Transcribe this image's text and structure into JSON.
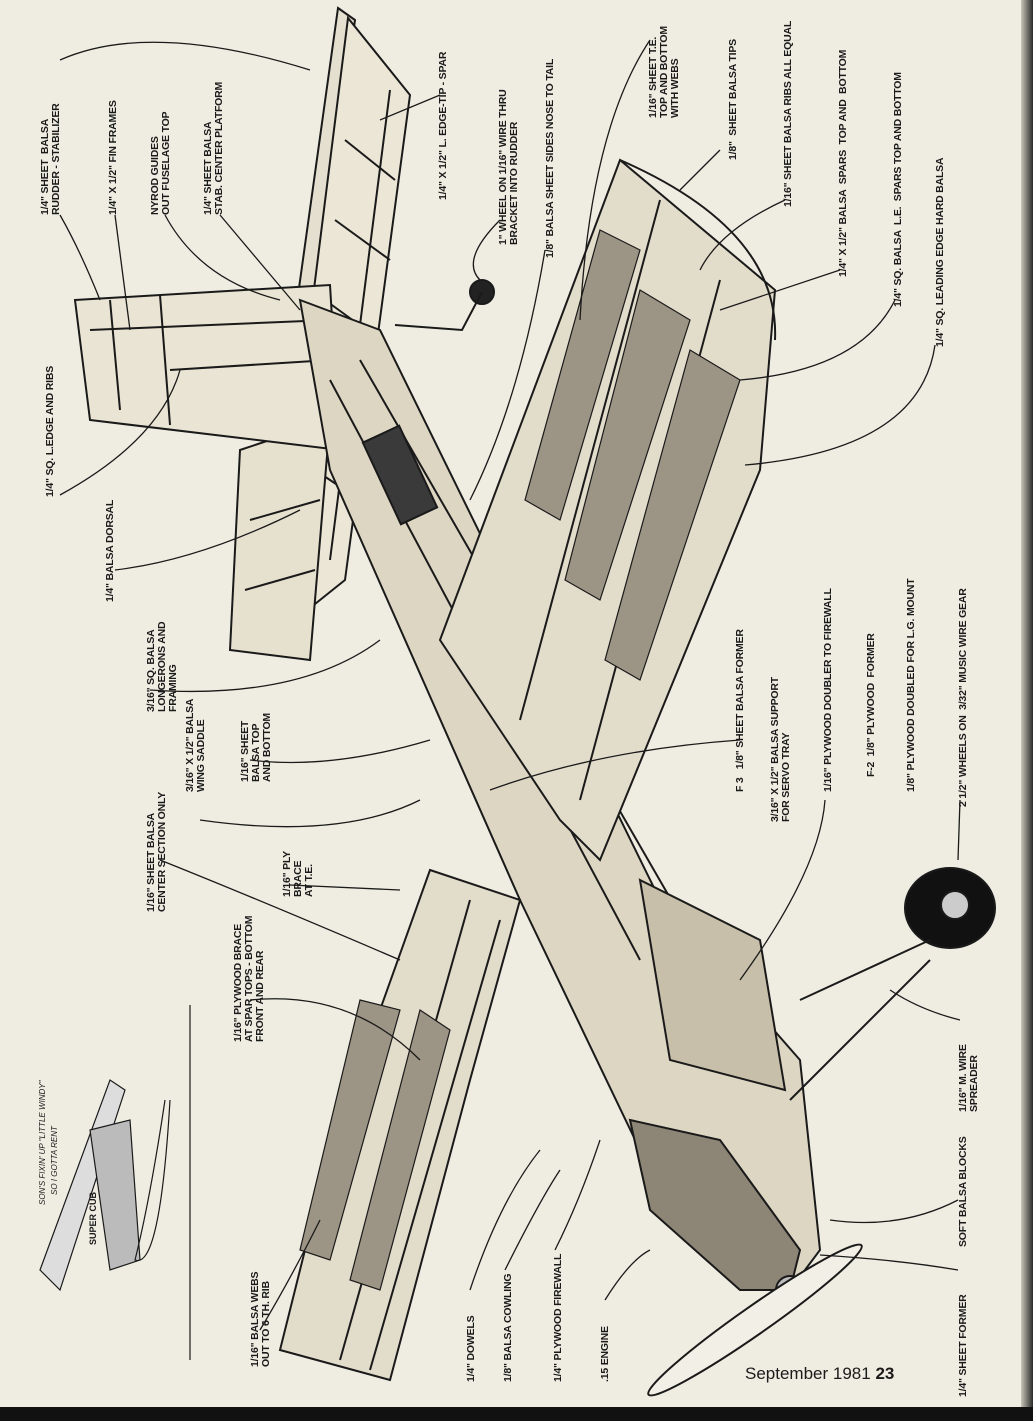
{
  "labels": [
    [
      "1/4\" SHEET  BALSA",
      "RUDDER - STABILIZER"
    ],
    [
      "1/4\" X 1/2\" FIN FRAMES"
    ],
    [
      "NYROD GUIDES",
      "OUT FUSELAGE TOP"
    ],
    [
      "1/4\" SHEET BALSA",
      "STAB. CENTER PLATFORM"
    ],
    [
      "1/4\" X 1/2\" L. EDGE-TIP - SPAR"
    ],
    [
      "1\" WHEEL ON 1/16\" WIRE THRU",
      "BRACKET INTO RUDDER"
    ],
    [
      "1/8\" BALSA SHEET SIDES NOSE TO TAIL"
    ],
    [
      "1/16\" SHEET T.E.",
      "TOP AND BOTTOM",
      "WITH WEBS"
    ],
    [
      "1/8\"  SHEET BALSA TIPS"
    ],
    [
      "1/16\" SHEET BALSA RIBS ALL EQUAL"
    ],
    [
      "1/4\" X 1/2\" BALSA  SPARS  TOP AND  BOTTOM"
    ],
    [
      "1/4\" SQ. BALSA  L.E.  SPARS TOP AND BOTTOM"
    ],
    [
      "1/4\" SQ. LEADING EDGE HARD BALSA"
    ],
    [
      "1/4\" SQ. L.EDGE AND RIBS"
    ],
    [
      "1/4\" BALSA DORSAL"
    ],
    [
      "3/16\" SQ. BALSA",
      "LONGERONS AND",
      "FRAMING"
    ],
    [
      "3/16\" X 1/2\" BALSA",
      "WING SADDLE"
    ],
    [
      "1/16\" SHEET",
      "BALSA TOP",
      "AND BOTTOM"
    ],
    [
      "1/16\" SHEET BALSA",
      "CENTER SECTION ONLY"
    ],
    [
      "1/16\" PLY",
      "BRACE",
      "AT T.E."
    ],
    [
      "1/16\" PLYWOOD BRACE",
      "AT SPAR TOPS - BOTTOM",
      "FRONT AND REAR"
    ],
    [
      "F 3   1/8\" SHEET BALSA FORMER"
    ],
    [
      "3/16\" X 1/2\" BALSA SUPPORT",
      "FOR SERVO TRAY"
    ],
    [
      "1/16\" PLYWOOD DOUBLER TO FIREWALL"
    ],
    [
      "F-2  1/8\" PLYWOOD  FORMER"
    ],
    [
      "1/8\" PLYWOOD DOUBLED FOR L.G. MOUNT"
    ],
    [
      "2 1/2\" WHEELS ON  3/32\" MUSIC WIRE GEAR"
    ],
    [
      "1/16\" M. WIRE",
      "SPREADER"
    ],
    [
      "SOFT BALSA BLOCKS"
    ],
    [
      "1/4\" SHEET FORMER"
    ],
    [
      "1/16\" BALSA WEBS",
      "OUT TO 6 TH. RIB"
    ],
    [
      "1/4\" DOWELS"
    ],
    [
      "1/8\" BALSA COWLING"
    ],
    [
      "1/4\" PLYWOOD FIREWALL"
    ],
    [
      ".15 ENGINE"
    ]
  ],
  "cartoon": {
    "caption_1": "SON'S FIXIN' UP \"LITTLE WINDY\"",
    "caption_2": "SO I GOTTA RENT",
    "plane_name": "SUPER CUB"
  },
  "footer": {
    "month_year": "September 1981",
    "page_number": "23"
  }
}
